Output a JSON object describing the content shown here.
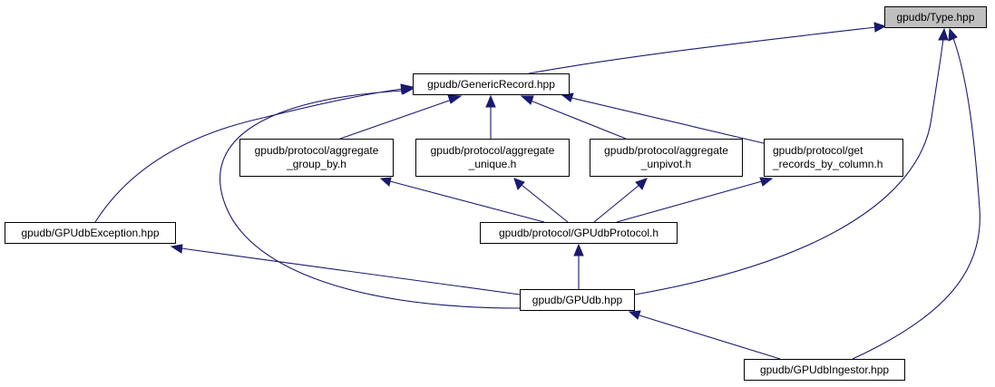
{
  "graph": {
    "colors": {
      "edge": "#191970",
      "root_fill": "#bfbfbf",
      "node_fill": "#ffffff",
      "border": "#000000"
    },
    "nodes": {
      "type": {
        "label": "gpudb/Type.hpp"
      },
      "generic_record": {
        "label": "gpudb/GenericRecord.hpp"
      },
      "agg_group_by": {
        "label_line1": "gpudb/protocol/aggregate",
        "label_line2": "_group_by.h"
      },
      "agg_unique": {
        "label_line1": "gpudb/protocol/aggregate",
        "label_line2": "_unique.h"
      },
      "agg_unpivot": {
        "label_line1": "gpudb/protocol/aggregate",
        "label_line2": "_unpivot.h"
      },
      "get_records": {
        "label_line1": "gpudb/protocol/get",
        "label_line2": "_records_by_column.h"
      },
      "gpudb_exception": {
        "label": "gpudb/GPUdbException.hpp"
      },
      "gpudb_protocol": {
        "label": "gpudb/protocol/GPUdbProtocol.h"
      },
      "gpudb": {
        "label": "gpudb/GPUdb.hpp"
      },
      "gpudb_ingestor": {
        "label": "gpudb/GPUdbIngestor.hpp"
      }
    }
  }
}
